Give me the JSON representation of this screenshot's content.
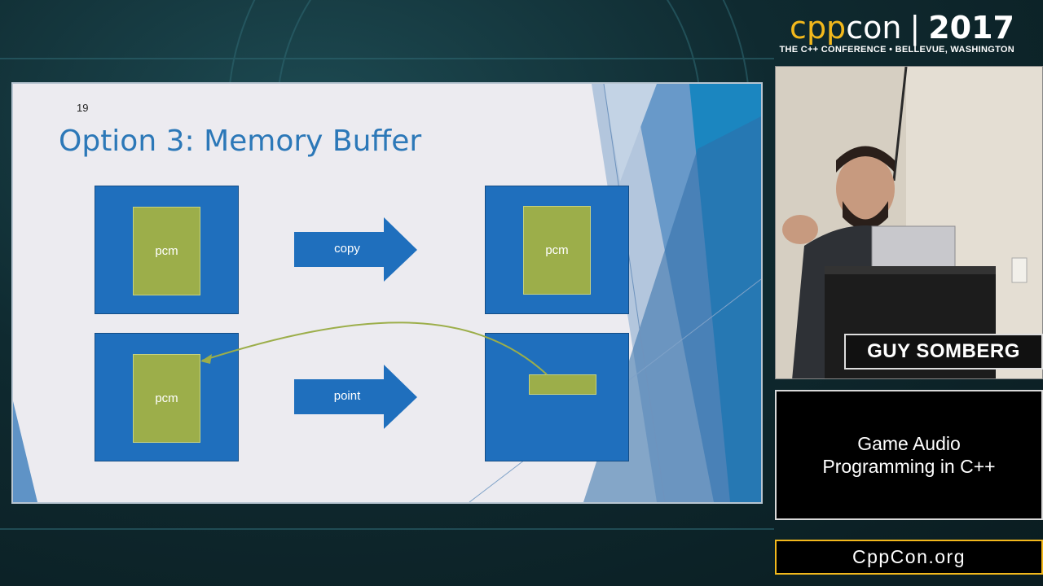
{
  "brand": {
    "cpp": "cpp",
    "con": "con",
    "separator": "|",
    "year": "2017",
    "tagline": "THE C++ CONFERENCE • BELLEVUE, WASHINGTON",
    "accent_color": "#f2b81c"
  },
  "slide": {
    "number": "19",
    "title": "Option 3: Memory Buffer",
    "box_color": "#1f6fbd",
    "buffer_color": "#9cae4a",
    "title_color": "#2c78b8",
    "row1": {
      "left_label": "pcm",
      "arrow_label": "copy",
      "right_label": "pcm"
    },
    "row2": {
      "left_label": "pcm",
      "arrow_label": "point"
    }
  },
  "speaker": {
    "name": "GUY SOMBERG"
  },
  "talk": {
    "title_line1": "Game Audio",
    "title_line2": "Programming in C++"
  },
  "site": {
    "url": "CppCon.org"
  }
}
